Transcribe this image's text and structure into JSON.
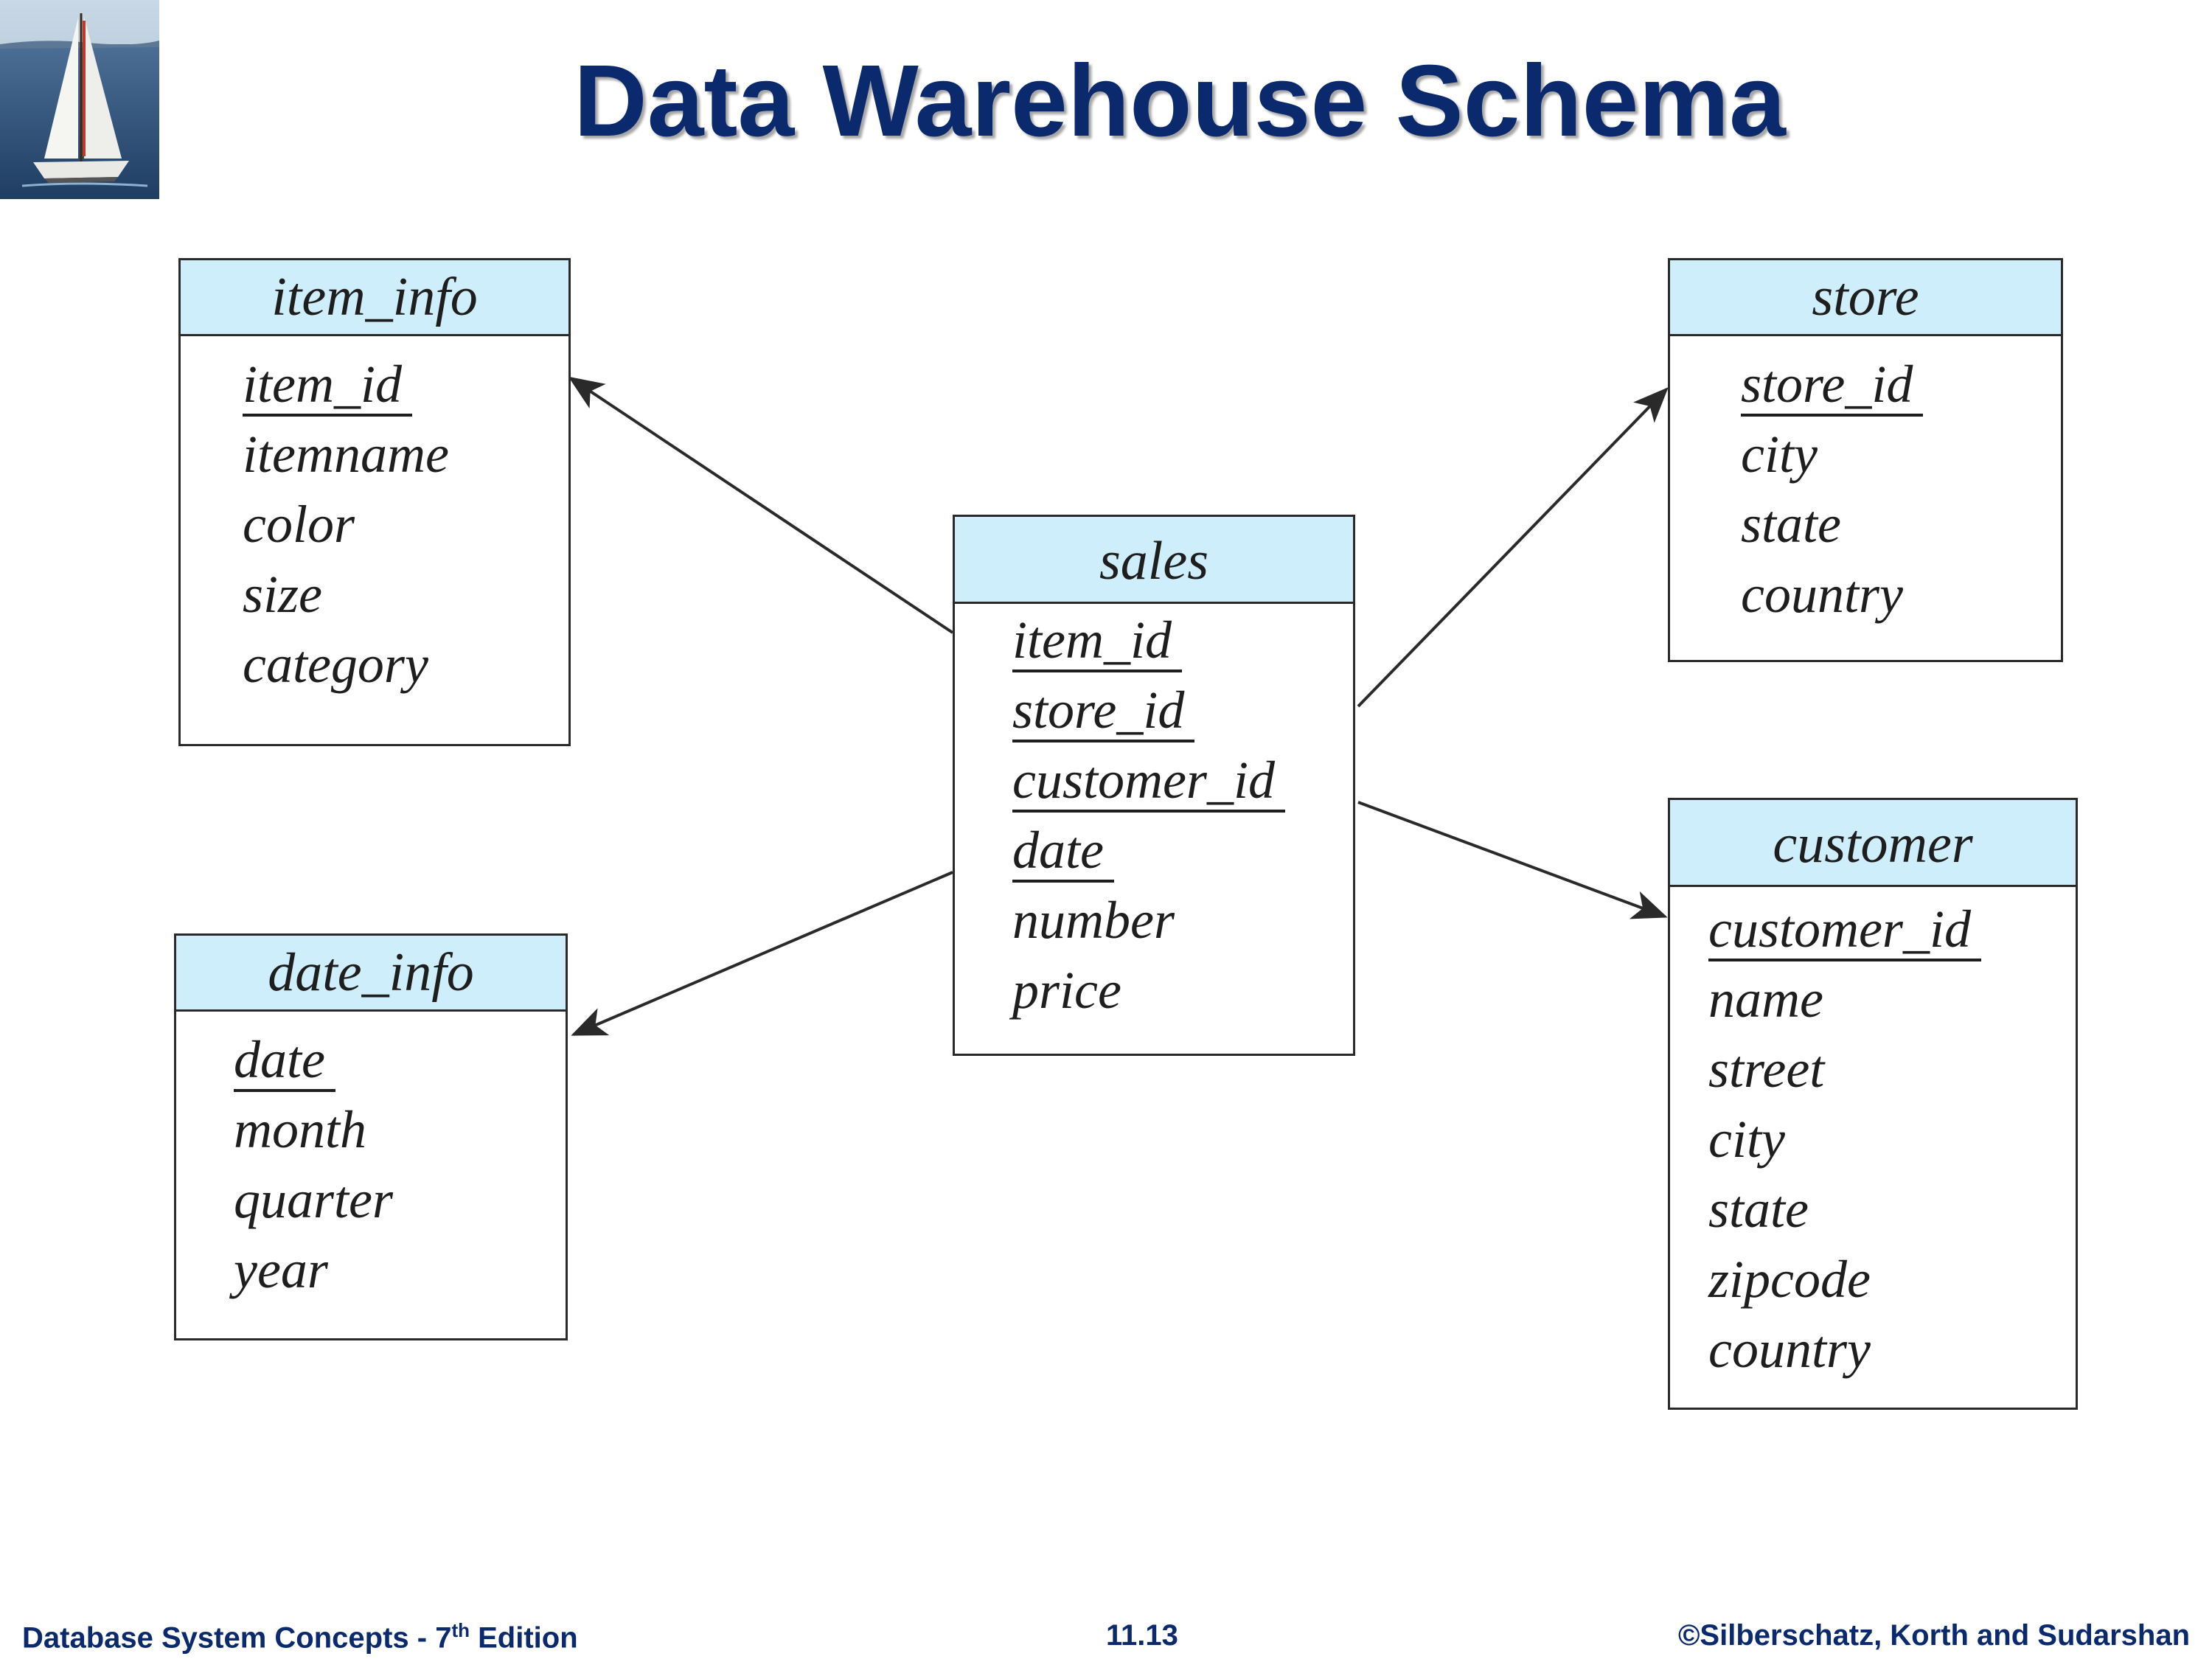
{
  "title": "Data Warehouse Schema",
  "entities": {
    "item_info": {
      "name": "item_info",
      "keys": [
        "item_id"
      ],
      "attrs": [
        "itemname",
        "color",
        "size",
        "category"
      ]
    },
    "date_info": {
      "name": "date_info",
      "keys": [
        "date"
      ],
      "attrs": [
        "month",
        "quarter",
        "year"
      ]
    },
    "sales": {
      "name": "sales",
      "keys": [
        "item_id",
        "store_id",
        "customer_id",
        "date"
      ],
      "attrs": [
        "number",
        "price"
      ]
    },
    "store": {
      "name": "store",
      "keys": [
        "store_id"
      ],
      "attrs": [
        "city",
        "state",
        "country"
      ]
    },
    "customer": {
      "name": "customer",
      "keys": [
        "customer_id"
      ],
      "attrs": [
        "name",
        "street",
        "city",
        "state",
        "zipcode",
        "country"
      ]
    }
  },
  "footer": {
    "left_prefix": "Database System Concepts - 7",
    "left_sup": "th",
    "left_suffix": " Edition",
    "center": "11.13",
    "right": "©Silberschatz, Korth and Sudarshan"
  },
  "colors": {
    "title": "#0b2a6e",
    "header_fill": "#cdeefa",
    "line": "#2a2a2a"
  },
  "icons": {
    "logo": "sailboat-logo"
  }
}
